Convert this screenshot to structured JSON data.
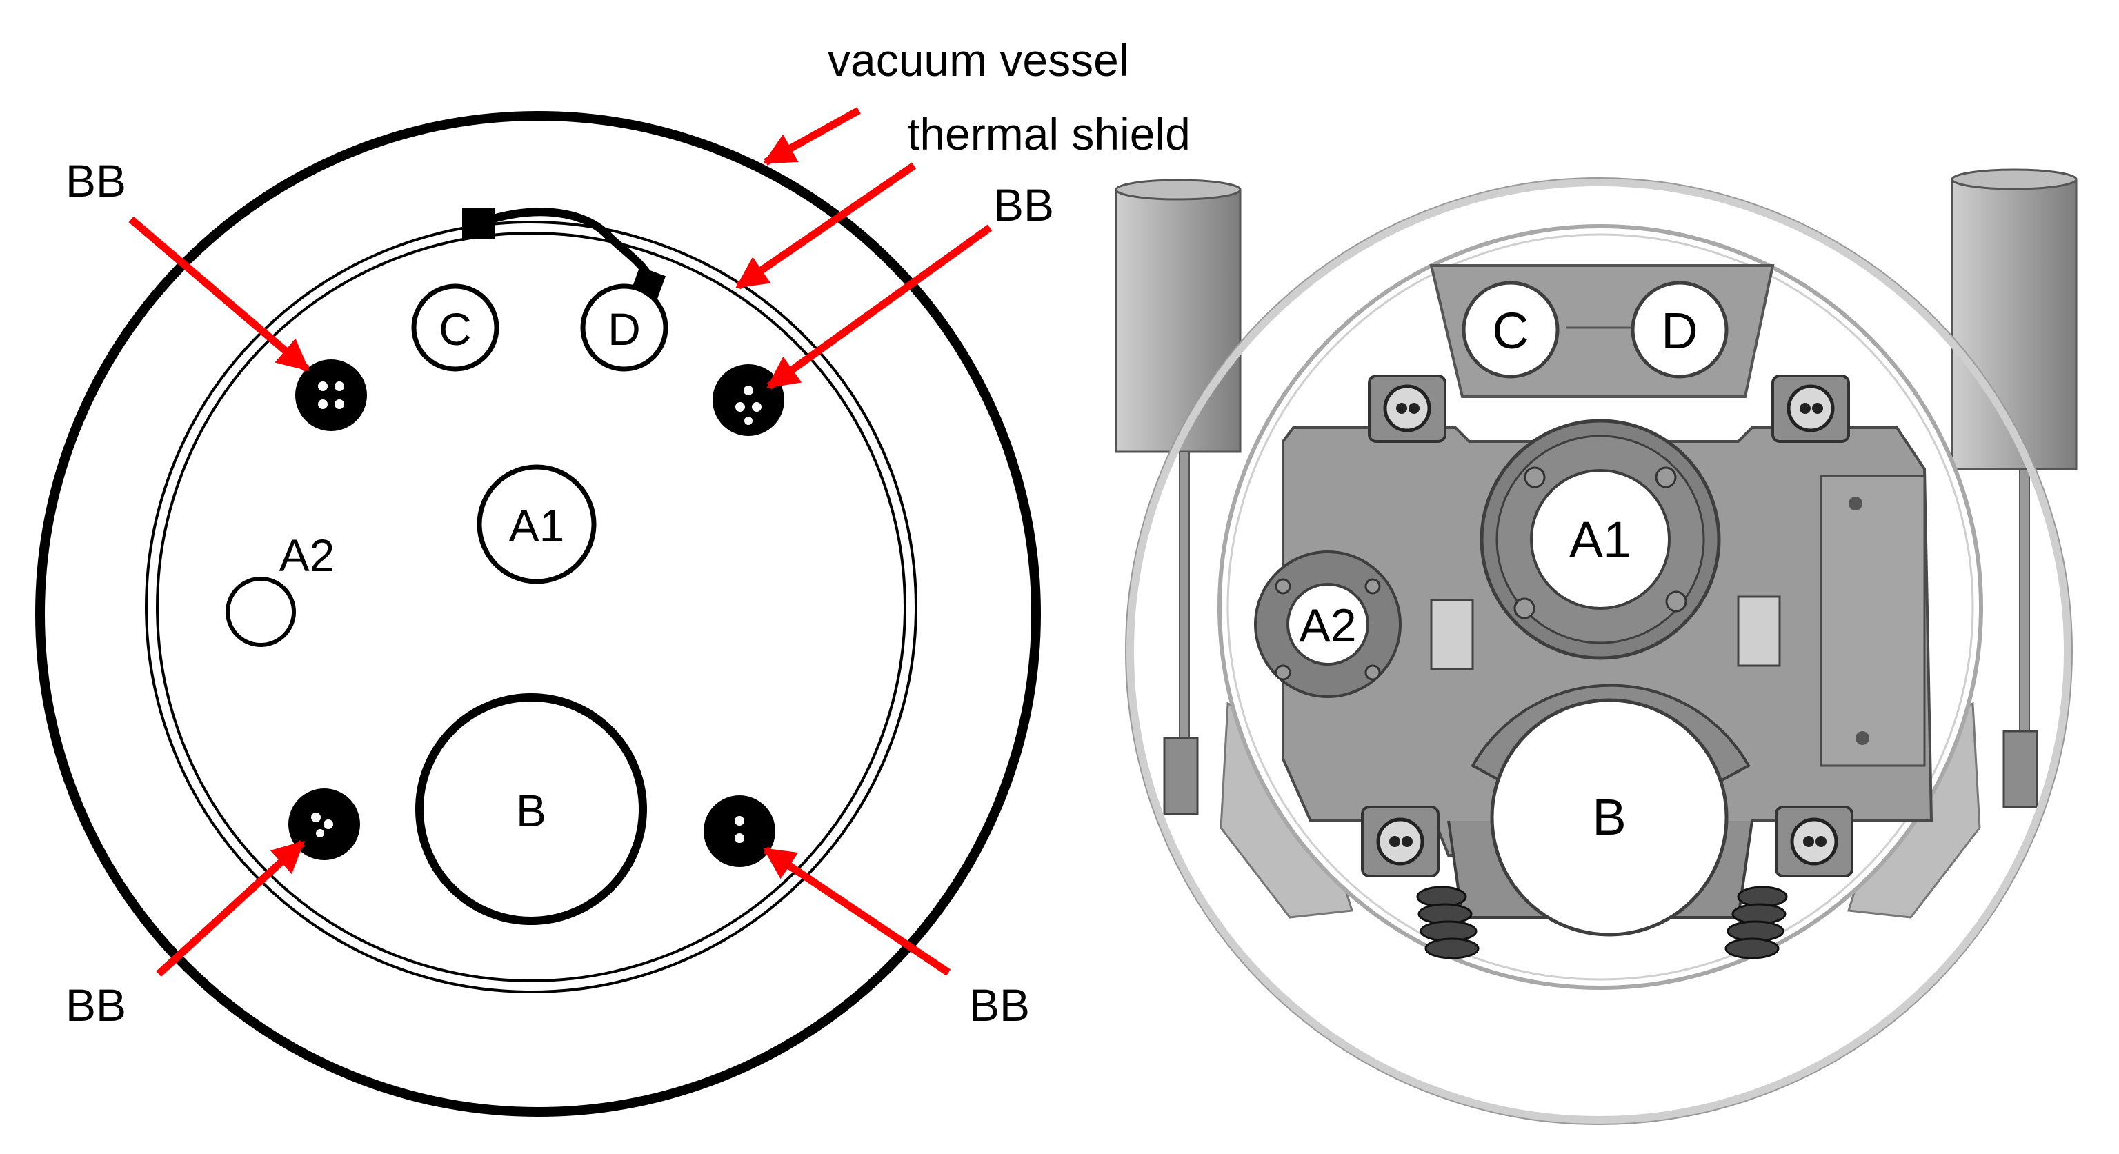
{
  "labels": {
    "vacuum_vessel": "vacuum vessel",
    "thermal_shield": "thermal shield",
    "bb": "BB"
  },
  "ports": {
    "a1": "A1",
    "a2": "A2",
    "b": "B",
    "c": "C",
    "d": "D"
  },
  "colors": {
    "arrow": "#ff0000",
    "outline": "#000000",
    "model_gray": "#9b9b9b",
    "model_dark": "#5a5a5a",
    "model_light": "#c8c8c8"
  },
  "icons": {
    "arrow": "red-arrow",
    "bumper": "bumper-icon"
  }
}
